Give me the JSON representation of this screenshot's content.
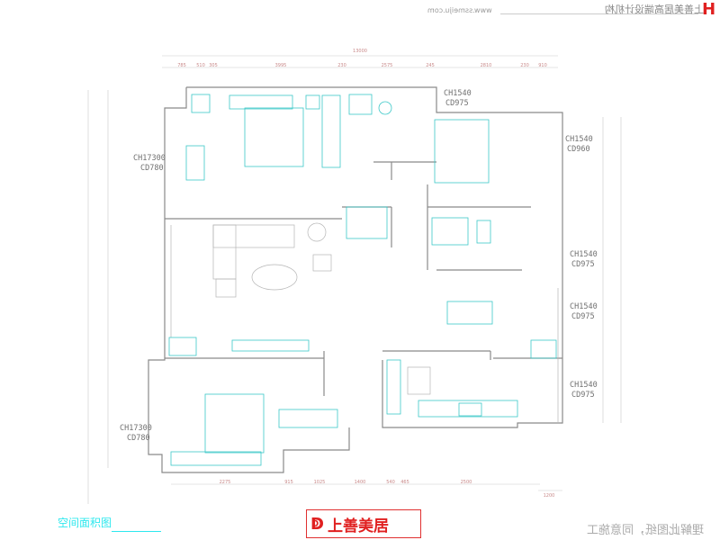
{
  "header": {
    "brand_tagline": "上善美居高端设计机构",
    "website": "www.ssmeiju.com",
    "brand_mark": "H"
  },
  "footer": {
    "title": "空间面积图",
    "logo_text": "上善美居",
    "notice": "理解此图纸，同意施工"
  },
  "window_labels": [
    {
      "ch": "CH1540",
      "cd": "CD975"
    },
    {
      "ch": "CH17300",
      "cd": "CD780"
    },
    {
      "ch": "CH1540",
      "cd": "CD960"
    },
    {
      "ch": "CH1540",
      "cd": "CD975"
    },
    {
      "ch": "CH1540",
      "cd": "CD975"
    },
    {
      "ch": "CH1540",
      "cd": "CD975"
    },
    {
      "ch": "CH17300",
      "cd": "CD780"
    }
  ],
  "dimensions": {
    "overall_top": "13000",
    "top": [
      "785",
      "510",
      "305",
      "3995",
      "230",
      "2575",
      "245",
      "2810",
      "230",
      "910"
    ],
    "bottom": [
      "2275",
      "915",
      "1025",
      "1400",
      "540",
      "465",
      "2500"
    ],
    "bottom_right": "1200"
  },
  "colors": {
    "furniture": "#3cc8c8",
    "brand": "#e02020",
    "title": "#2ee8ee"
  }
}
